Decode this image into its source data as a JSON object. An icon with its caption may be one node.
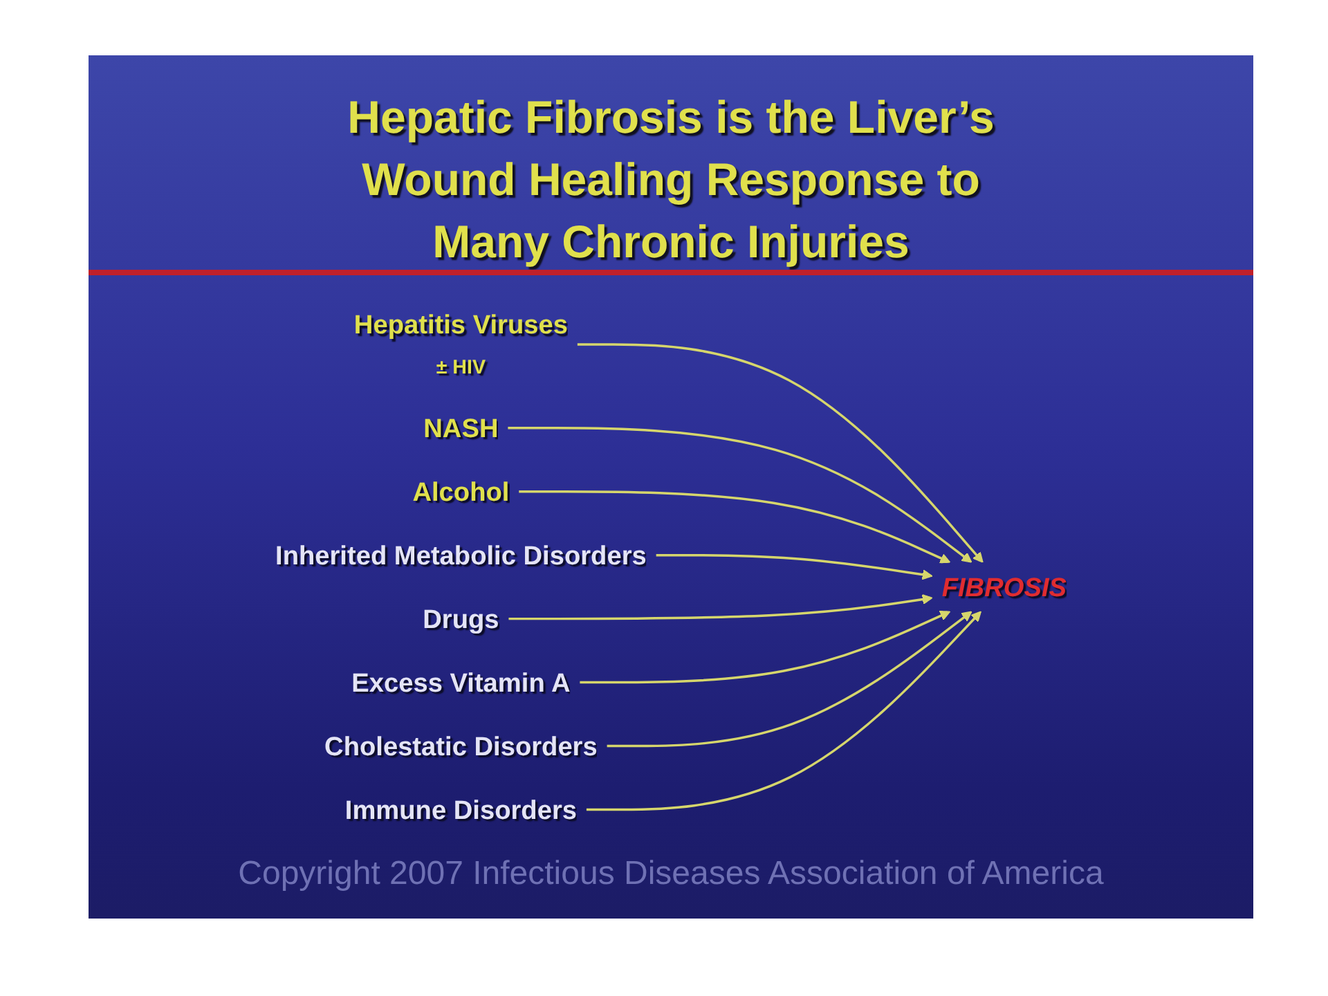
{
  "diagram": {
    "title": "Hepatic Fibrosis is the Liver’s Wound Healing Response to Many Chronic Injuries",
    "caption": "Copyright 2007 Infectious Diseases Association of America",
    "nodes": [
      {
        "text": [
          "Hepatitis Viruses",
          "± HIV"
        ]
      },
      {
        "text": [
          "NASH"
        ]
      },
      {
        "text": [
          "Alcohol"
        ]
      },
      {
        "text": [
          "Inherited Metabolic Disorders"
        ]
      },
      {
        "text": [
          "FIBROSIS"
        ]
      },
      {
        "text": [
          "Drugs"
        ]
      },
      {
        "text": [
          "Excess Vitamin A"
        ]
      },
      {
        "text": [
          "Cholestatic Disorders"
        ]
      },
      {
        "text": [
          "Immune Disorders"
        ]
      }
    ],
    "edges": [
      {
        "from": 0,
        "to": 4,
        "arrow": "to"
      },
      {
        "from": 1,
        "to": 4,
        "arrow": "to"
      },
      {
        "from": 2,
        "to": 4,
        "arrow": "to"
      },
      {
        "from": 3,
        "to": 4,
        "arrow": "to"
      },
      {
        "from": 5,
        "to": 4,
        "arrow": "to"
      },
      {
        "from": 6,
        "to": 4,
        "arrow": "to"
      },
      {
        "from": 7,
        "to": 4,
        "arrow": "to"
      },
      {
        "from": 8,
        "to": 4,
        "arrow": "to"
      }
    ]
  }
}
